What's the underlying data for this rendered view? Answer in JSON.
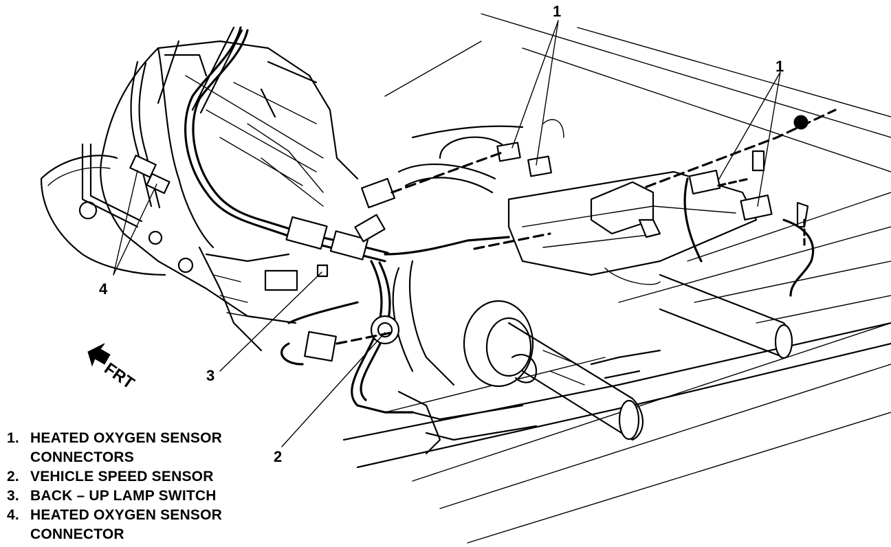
{
  "callouts": {
    "c1a": "1",
    "c1b": "1",
    "c2": "2",
    "c3": "3",
    "c4": "4"
  },
  "direction": {
    "label": "FRT",
    "icon": "direction-arrow-icon"
  },
  "legend": [
    {
      "num": "1.",
      "text": "HEATED OXYGEN SENSOR CONNECTORS"
    },
    {
      "num": "2.",
      "text": "VEHICLE SPEED SENSOR"
    },
    {
      "num": "3.",
      "text": "BACK – UP LAMP SWITCH"
    },
    {
      "num": "4.",
      "text": "HEATED OXYGEN SENSOR CONNECTOR"
    }
  ]
}
